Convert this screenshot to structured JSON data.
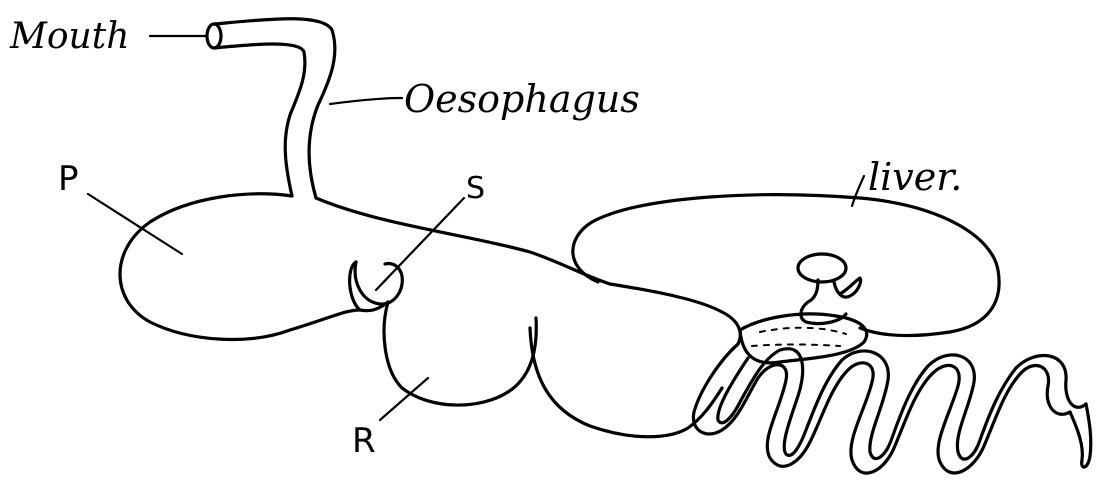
{
  "labels": {
    "mouth": "Mouth",
    "oesophagus": "Oesophagus",
    "p": "P",
    "s": "S",
    "liver": "liver.",
    "r": "R"
  }
}
